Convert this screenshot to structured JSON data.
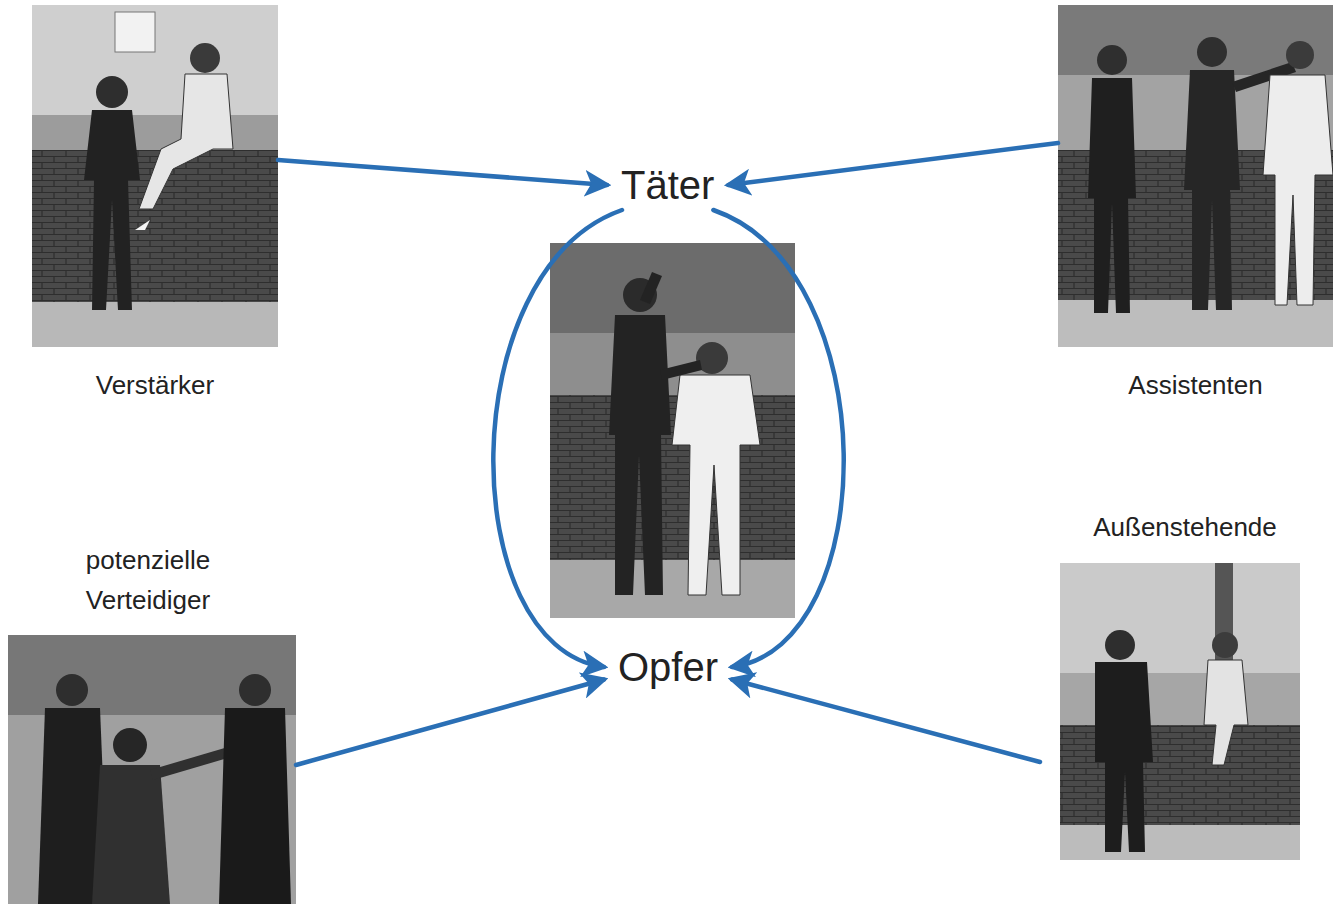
{
  "diagram": {
    "nodes": [
      {
        "text": [
          "Verstärker"
        ]
      },
      {
        "text": [
          "Täter"
        ]
      },
      {
        "text": [
          "Assistenten"
        ]
      },
      {
        "text": [
          "potenzielle Verteidiger"
        ]
      },
      {
        "text": [
          "Opfer"
        ]
      },
      {
        "text": [
          "Außenstehende"
        ]
      }
    ],
    "edges": [
      {
        "from": 0,
        "to": 1,
        "arrow": "to"
      },
      {
        "from": 2,
        "to": 1,
        "arrow": "to"
      },
      {
        "from": 1,
        "to": 4,
        "arrow": "to"
      },
      {
        "from": 1,
        "to": 4,
        "arrow": "to"
      },
      {
        "from": 3,
        "to": 4,
        "arrow": "to"
      },
      {
        "from": 5,
        "to": 4,
        "arrow": "to"
      }
    ]
  }
}
